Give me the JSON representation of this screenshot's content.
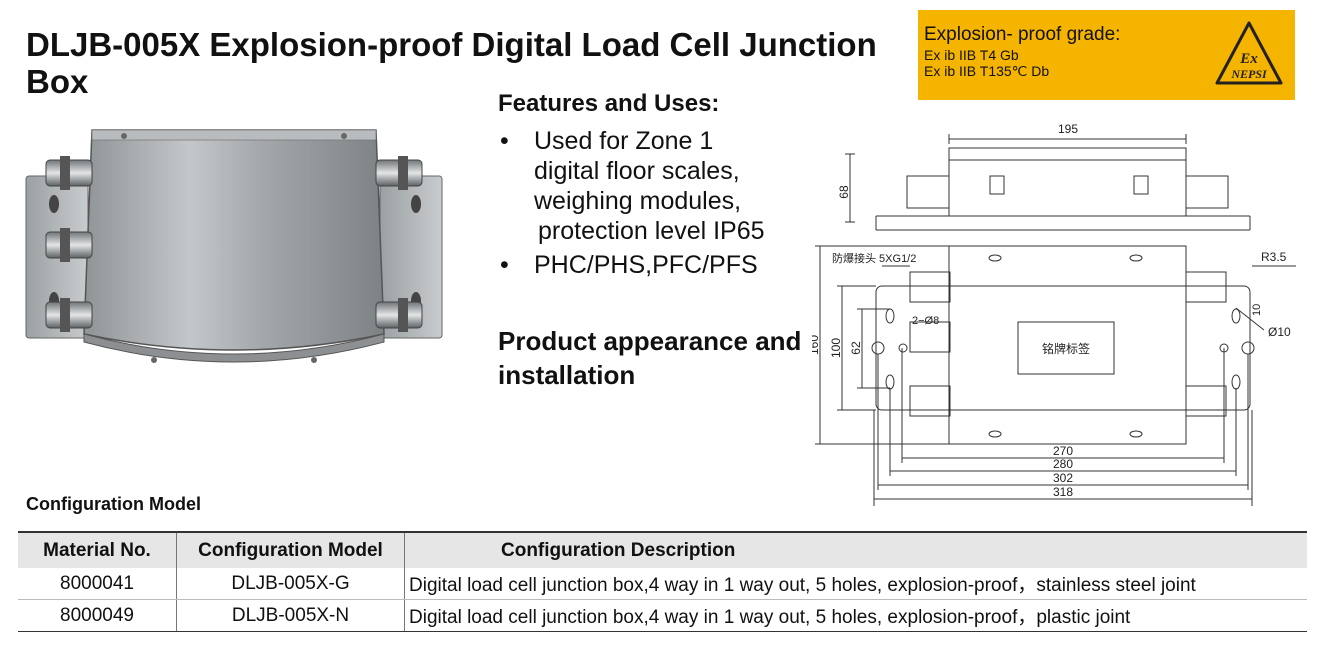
{
  "title": "DLJB-005X Explosion-proof Digital Load Cell Junction Box",
  "explosion": {
    "title": "Explosion- proof grade:",
    "lines": [
      "Ex ib IIB T4 Gb",
      "Ex ib IIB T135℃ Db"
    ],
    "logo_top": "Ex",
    "logo_bottom": "NEPSI"
  },
  "features": {
    "title": "Features and Uses:",
    "bullet_symbol": "•",
    "bullet1_lines": [
      "Used for Zone 1",
      "digital floor scales,",
      "weighing modules,",
      "protection level IP65"
    ],
    "bullet2": "PHC/PHS,PFC/PFS"
  },
  "appearance_title": "Product appearance and installation",
  "drawing": {
    "dim_195": "195",
    "dim_68": "68",
    "connector_label": "防爆接头 5XG1/2",
    "dim_r35": "R3.5",
    "dim_10": "10",
    "dim_phi10": "Ø10",
    "hole_label": "2−Ø8",
    "nameplate": "铭牌标签",
    "dim_160": "160",
    "dim_100": "100",
    "dim_62": "62",
    "dim_270": "270",
    "dim_280": "280",
    "dim_302": "302",
    "dim_318": "318"
  },
  "config": {
    "title": "Configuration Model",
    "headers": [
      "Material No.",
      "Configuration Model",
      "Configuration Description"
    ],
    "rows": [
      [
        "8000041",
        "DLJB-005X-G",
        "Digital load cell junction box,4 way in 1 way out, 5 holes, explosion-proof，stainless steel joint"
      ],
      [
        "8000049",
        "DLJB-005X-N",
        "Digital load cell junction box,4 way in 1 way out, 5 holes, explosion-proof，plastic joint"
      ]
    ]
  },
  "colors": {
    "grade_bg": "#f5b400",
    "header_bg": "#e6e6e6",
    "steel": "#a9adb0"
  }
}
